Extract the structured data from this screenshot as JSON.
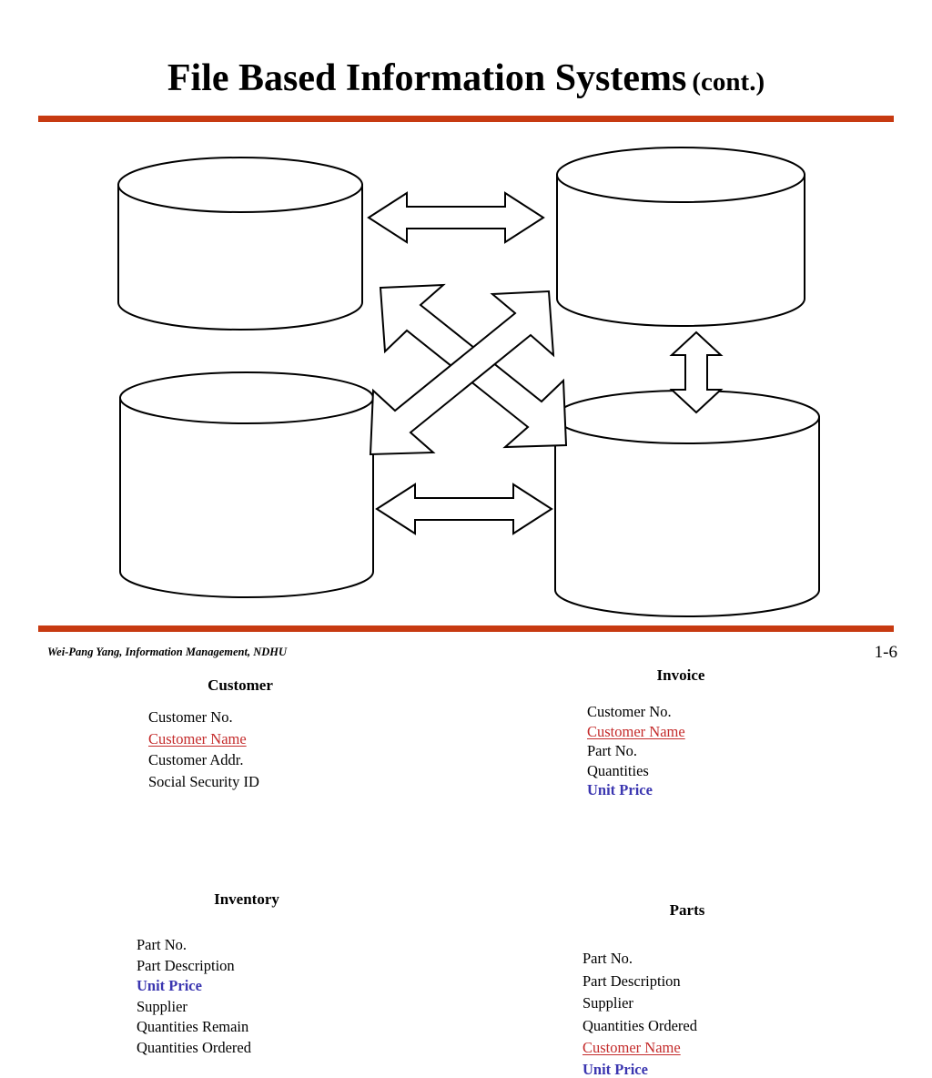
{
  "slide": {
    "title_main": "File Based Information Systems",
    "title_suffix": "(cont.)",
    "accent_color": "#C73A11",
    "red_field_color": "#C42B2B",
    "blue_field_color": "#3B36B0"
  },
  "footer": {
    "credit": "Wei-Pang Yang, Information Management, NDHU",
    "page_number": "1-6"
  },
  "diagram": {
    "type": "entity-file-diagram",
    "entities": [
      {
        "id": "customer",
        "title": "Customer",
        "fields": [
          {
            "text": "Customer No.",
            "style": "plain"
          },
          {
            "text": "Customer Name",
            "style": "red-underline"
          },
          {
            "text": "Customer Addr.",
            "style": "plain"
          },
          {
            "text": "Social Security ID",
            "style": "plain"
          }
        ]
      },
      {
        "id": "invoice",
        "title": "Invoice",
        "fields": [
          {
            "text": "Customer No.",
            "style": "plain"
          },
          {
            "text": "Customer Name",
            "style": "red-underline"
          },
          {
            "text": "Part No.",
            "style": "plain"
          },
          {
            "text": "Quantities",
            "style": "plain"
          },
          {
            "text": "Unit Price",
            "style": "blue-bold"
          }
        ]
      },
      {
        "id": "inventory",
        "title": "Inventory",
        "fields": [
          {
            "text": "Part No.",
            "style": "plain"
          },
          {
            "text": "Part Description",
            "style": "plain"
          },
          {
            "text": "Unit Price",
            "style": "blue-bold"
          },
          {
            "text": "Supplier",
            "style": "plain"
          },
          {
            "text": "Quantities Remain",
            "style": "plain"
          },
          {
            "text": "Quantities Ordered",
            "style": "plain"
          }
        ]
      },
      {
        "id": "parts",
        "title": "Parts",
        "fields": [
          {
            "text": "Part No.",
            "style": "plain"
          },
          {
            "text": "Part Description",
            "style": "plain"
          },
          {
            "text": "Supplier",
            "style": "plain"
          },
          {
            "text": "Quantities Ordered",
            "style": "plain"
          },
          {
            "text": "Customer Name",
            "style": "red-underline"
          },
          {
            "text": "Unit Price",
            "style": "blue-bold"
          }
        ]
      }
    ],
    "connectors": [
      {
        "id": "customer-invoice",
        "kind": "double-arrow-horizontal"
      },
      {
        "id": "customer-parts",
        "kind": "double-arrow-diagonal-down-right"
      },
      {
        "id": "invoice-inventory",
        "kind": "double-arrow-diagonal-down-left"
      },
      {
        "id": "invoice-parts",
        "kind": "double-arrow-vertical"
      },
      {
        "id": "inventory-parts",
        "kind": "double-arrow-horizontal"
      }
    ]
  }
}
